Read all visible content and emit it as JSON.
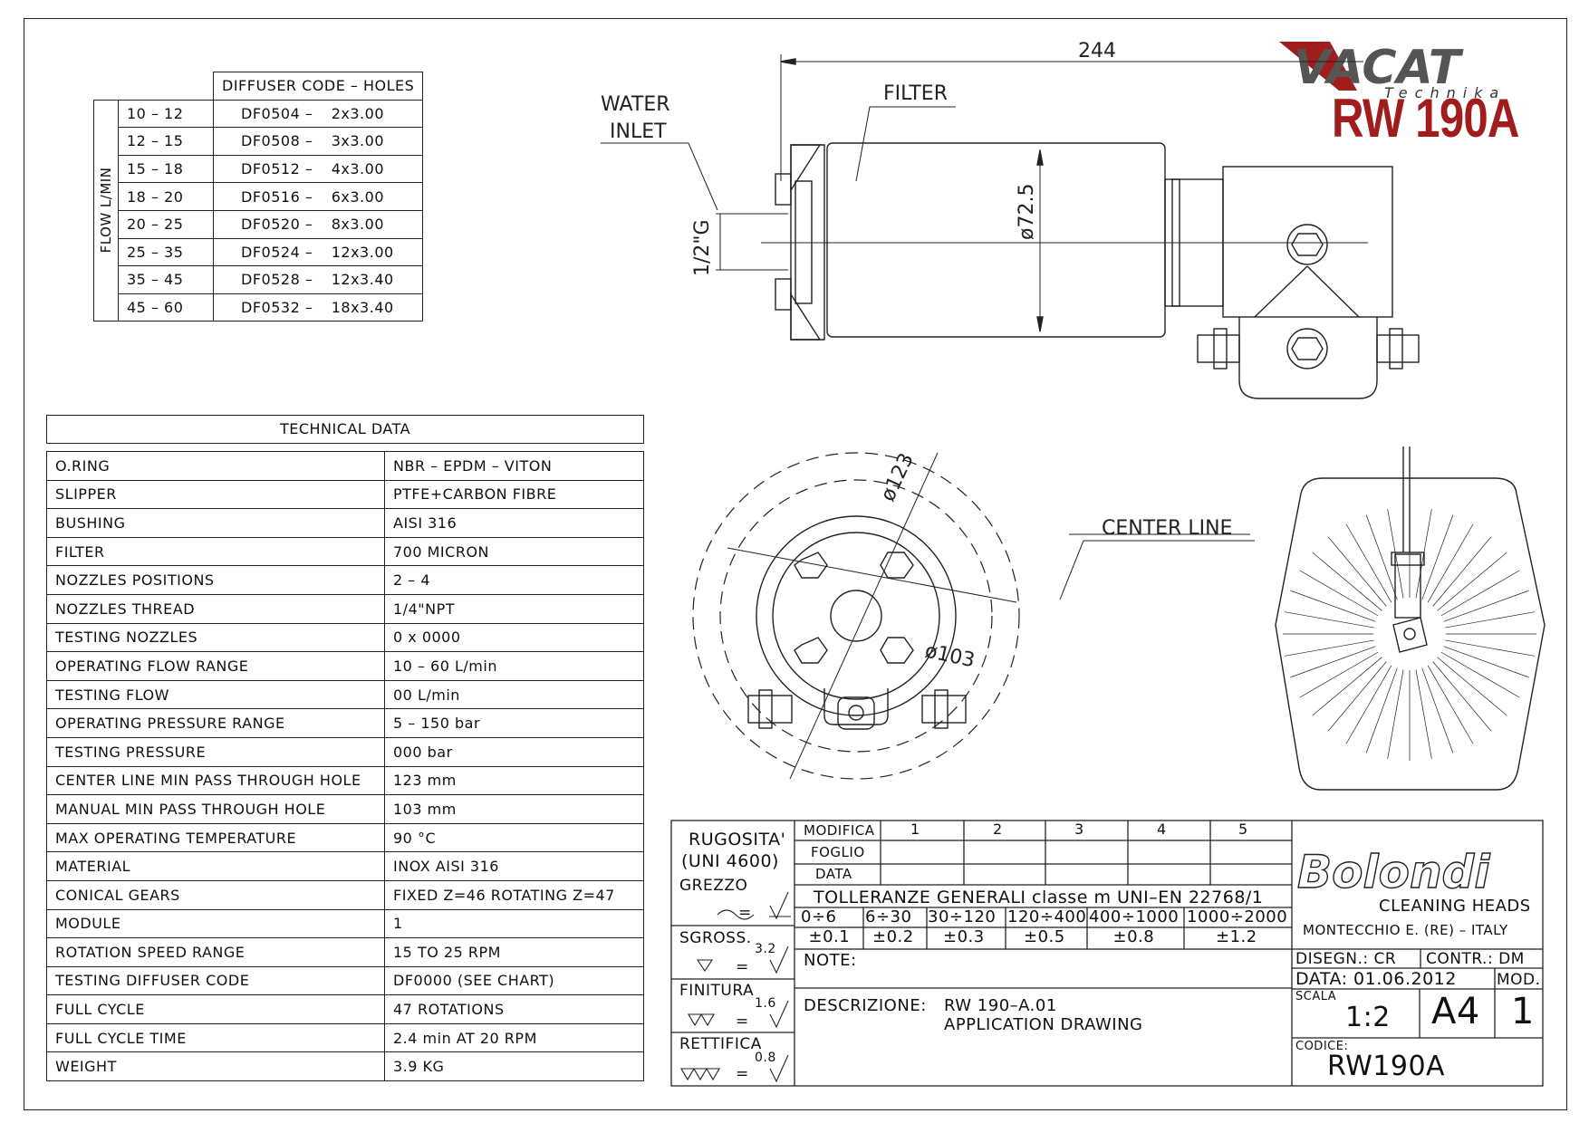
{
  "header": {
    "brand": "VACAT",
    "brand_sub": "Technika",
    "model": "RW 190A",
    "brand_color": "#a11d1d"
  },
  "drawing": {
    "dim_length": "244",
    "label_filter": "FILTER",
    "label_water": "WATER",
    "label_inlet": "INLET",
    "dim_inlet": "1/2\"G",
    "dim_diameter": "ø72.5",
    "dim_d123": "ø123",
    "dim_d103": "ø103",
    "label_center_line": "CENTER  LINE"
  },
  "diffuser_table": {
    "header": "DIFFUSER  CODE  –  HOLES",
    "flow_label": "FLOW  L/MIN",
    "rows": [
      {
        "flow": "10  –  12",
        "code": "DF0504  –",
        "holes": "2x3.00"
      },
      {
        "flow": "12  –  15",
        "code": "DF0508  –",
        "holes": "3x3.00"
      },
      {
        "flow": "15  –  18",
        "code": "DF0512  –",
        "holes": "4x3.00"
      },
      {
        "flow": "18  –  20",
        "code": "DF0516  –",
        "holes": "6x3.00"
      },
      {
        "flow": "20  –  25",
        "code": "DF0520  –",
        "holes": "8x3.00"
      },
      {
        "flow": "25  –  35",
        "code": "DF0524  –",
        "holes": "12x3.00"
      },
      {
        "flow": "35  –  45",
        "code": "DF0528  –",
        "holes": "12x3.40"
      },
      {
        "flow": "45  –  60",
        "code": "DF0532  –",
        "holes": "18x3.40"
      }
    ]
  },
  "technical_data": {
    "title": "TECHNICAL  DATA",
    "rows": [
      {
        "label": "O.RING",
        "value": "NBR  –  EPDM  –  VITON"
      },
      {
        "label": "SLIPPER",
        "value": "PTFE+CARBON  FIBRE"
      },
      {
        "label": "BUSHING",
        "value": "AISI  316"
      },
      {
        "label": "FILTER",
        "value": "700  MICRON"
      },
      {
        "label": "NOZZLES  POSITIONS",
        "value": "2  –  4"
      },
      {
        "label": "NOZZLES  THREAD",
        "value": "1/4\"NPT"
      },
      {
        "label": "TESTING  NOZZLES",
        "value": "0  x  0000"
      },
      {
        "label": "OPERATING  FLOW  RANGE",
        "value": "10  –  60  L/min"
      },
      {
        "label": "TESTING  FLOW",
        "value": "00  L/min"
      },
      {
        "label": "OPERATING  PRESSURE  RANGE",
        "value": "5  –  150  bar"
      },
      {
        "label": "TESTING  PRESSURE",
        "value": "000  bar"
      },
      {
        "label": "CENTER  LINE  MIN  PASS  THROUGH  HOLE",
        "value": "123  mm"
      },
      {
        "label": "MANUAL  MIN  PASS  THROUGH  HOLE",
        "value": "103  mm"
      },
      {
        "label": "MAX  OPERATING  TEMPERATURE",
        "value": "90  °C"
      },
      {
        "label": "MATERIAL",
        "value": "INOX  AISI  316"
      },
      {
        "label": "CONICAL  GEARS",
        "value": "FIXED  Z=46  ROTATING  Z=47"
      },
      {
        "label": "MODULE",
        "value": "1"
      },
      {
        "label": "ROTATION  SPEED  RANGE",
        "value": "15  TO  25  RPM"
      },
      {
        "label": "TESTING  DIFFUSER  CODE",
        "value": "DF0000  (SEE  CHART)"
      },
      {
        "label": "FULL  CYCLE",
        "value": "47  ROTATIONS"
      },
      {
        "label": "FULL  CYCLE  TIME",
        "value": "2.4  min  AT  20  RPM"
      },
      {
        "label": "WEIGHT",
        "value": "3.9  KG"
      }
    ]
  },
  "title_block": {
    "rugosita": "RUGOSITA'",
    "uni": "(UNI  4600)",
    "grezzo": "GREZZO",
    "sgross": "SGROSS.",
    "sgross_val": "3.2",
    "finitura": "FINITURA",
    "finitura_val": "1.6",
    "rettifica": "RETTIFICA",
    "rettifica_val": "0.8",
    "eq": "=",
    "modifica": "MODIFICA",
    "foglio": "FOGLIO",
    "data": "DATA",
    "rev": [
      "1",
      "2",
      "3",
      "4",
      "5"
    ],
    "tolleranze": "TOLLERANZE  GENERALI  classe  m  UNI–EN  22768/1",
    "tol_ranges": [
      "0÷6",
      "6÷30",
      "30÷120",
      "120÷400",
      "400÷1000",
      "1000÷2000"
    ],
    "tol_values": [
      "±0.1",
      "±0.2",
      "±0.3",
      "±0.5",
      "±0.8",
      "±1.2"
    ],
    "note": "NOTE:",
    "descrizione": "DESCRIZIONE:",
    "desc1": "RW  190–A.01",
    "desc2": "APPLICATION  DRAWING",
    "company": "Bolondi",
    "company_sub": "CLEANING  HEADS",
    "location": "MONTECCHIO  E.  (RE)  –  ITALY",
    "disegn": "DISEGN.:  CR",
    "contr": "CONTR.:  DM",
    "data_date": "DATA:  01.06.2012",
    "mod_label": "MOD.",
    "mod_val": "1",
    "scala_label": "SCALA",
    "scala_val": "1:2",
    "format": "A4",
    "codice_label": "CODICE:",
    "codice_val": "RW190A"
  }
}
